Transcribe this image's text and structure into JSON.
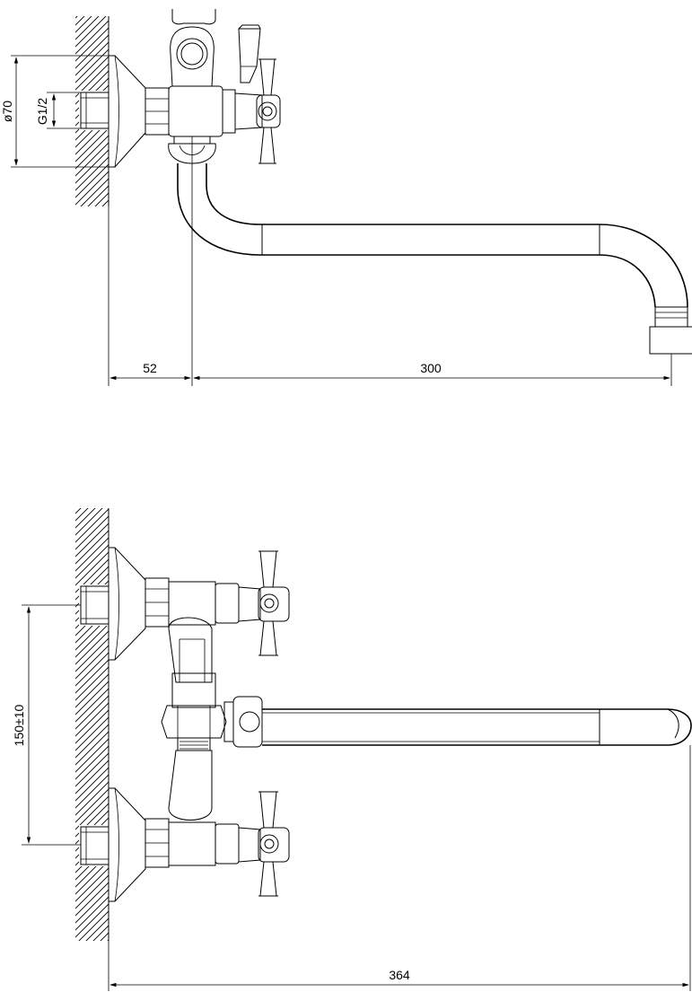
{
  "diagram": {
    "type": "technical-drawing",
    "views": [
      {
        "name": "side-view",
        "dimensions": {
          "diameter": "ø70",
          "thread": "G1/2",
          "offset": "52",
          "spout_reach": "300"
        }
      },
      {
        "name": "front-view",
        "dimensions": {
          "center_distance": "150±10",
          "overall_width": "364"
        }
      }
    ],
    "colors": {
      "line": "#000000",
      "background": "#ffffff"
    }
  }
}
